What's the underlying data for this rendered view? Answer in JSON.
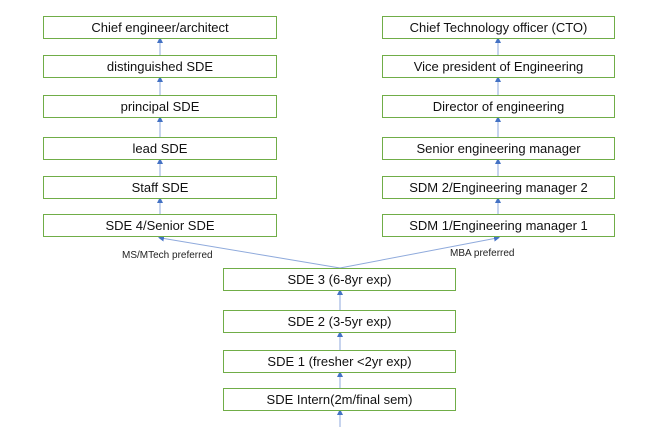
{
  "left_track": [
    "Chief engineer/architect",
    "distinguished SDE",
    "principal SDE",
    "lead SDE",
    "Staff SDE",
    "SDE 4/Senior SDE"
  ],
  "right_track": [
    "Chief Technology officer (CTO)",
    "Vice president of Engineering",
    "Director of engineering",
    "Senior engineering manager",
    "SDM 2/Engineering manager 2",
    "SDM 1/Engineering manager 1"
  ],
  "common_track": [
    "SDE 3 (6-8yr exp)",
    "SDE 2 (3-5yr exp)",
    "SDE 1 (fresher <2yr exp)",
    "SDE Intern(2m/final sem)"
  ],
  "branch_labels": {
    "left": "MS/MTech preferred",
    "right": "MBA preferred"
  },
  "colors": {
    "box_border": "#70ad47",
    "arrow": "#4472c4"
  }
}
